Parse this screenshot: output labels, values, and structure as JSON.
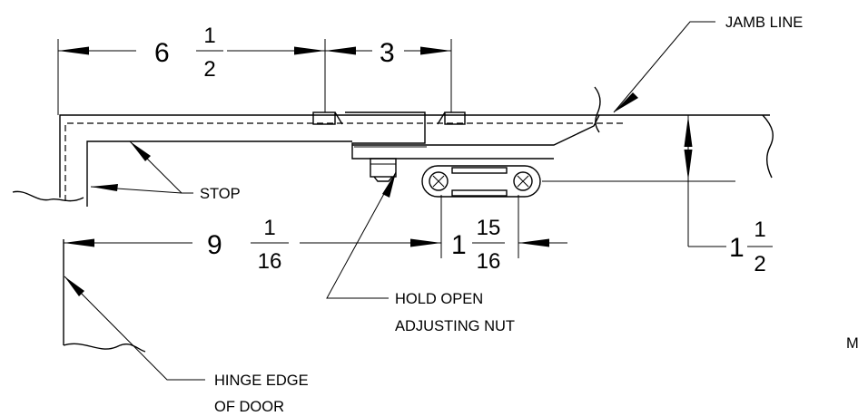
{
  "labels": {
    "jamb_line": "JAMB LINE",
    "stop": "STOP",
    "hold_open_1": "HOLD OPEN",
    "hold_open_2": "ADJUSTING NUT",
    "hinge_1": "HINGE EDGE",
    "hinge_2": "OF DOOR",
    "edge_letter": "M"
  },
  "dimensions": {
    "d1": {
      "whole": "6",
      "num": "1",
      "den": "2"
    },
    "d2": {
      "whole": "3"
    },
    "d3": {
      "whole": "9",
      "num": "1",
      "den": "16"
    },
    "d4": {
      "whole": "1",
      "num": "15",
      "den": "16"
    },
    "d5": {
      "whole": "1",
      "num": "1",
      "den": "2"
    }
  }
}
